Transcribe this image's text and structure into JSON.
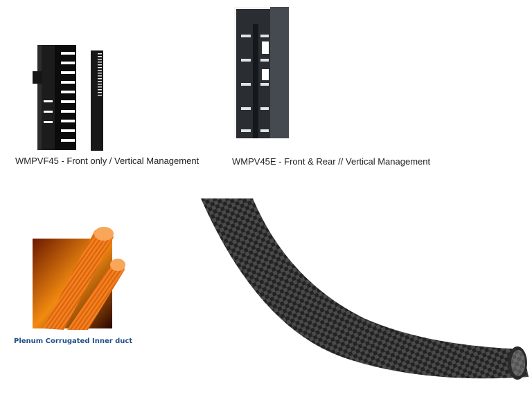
{
  "products": [
    {
      "id": "wmpvf45",
      "caption": "WMPVF45 - Front only / Vertical Management",
      "image_desc": "Black vertical cable manager with front finger slots, front and side views"
    },
    {
      "id": "wmpv45e",
      "caption": "WMPV45E - Front & Rear // Vertical Management",
      "image_desc": "Dark gray vertical cable manager with front and rear finger slots and cover"
    },
    {
      "id": "plenum-duct",
      "caption": "Plenum Corrugated Inner duct",
      "image_desc": "Two orange corrugated plenum inner duct tubes over flame background"
    },
    {
      "id": "braided-sleeve",
      "caption": "",
      "image_desc": "Black braided expandable cable sleeving"
    }
  ],
  "colors": {
    "caption_text": "#222222",
    "caption_blue": "#1f4e8c",
    "duct_orange": "#f07a1a",
    "rack_black": "#1a1a1a",
    "rack_gray": "#3e444a"
  }
}
